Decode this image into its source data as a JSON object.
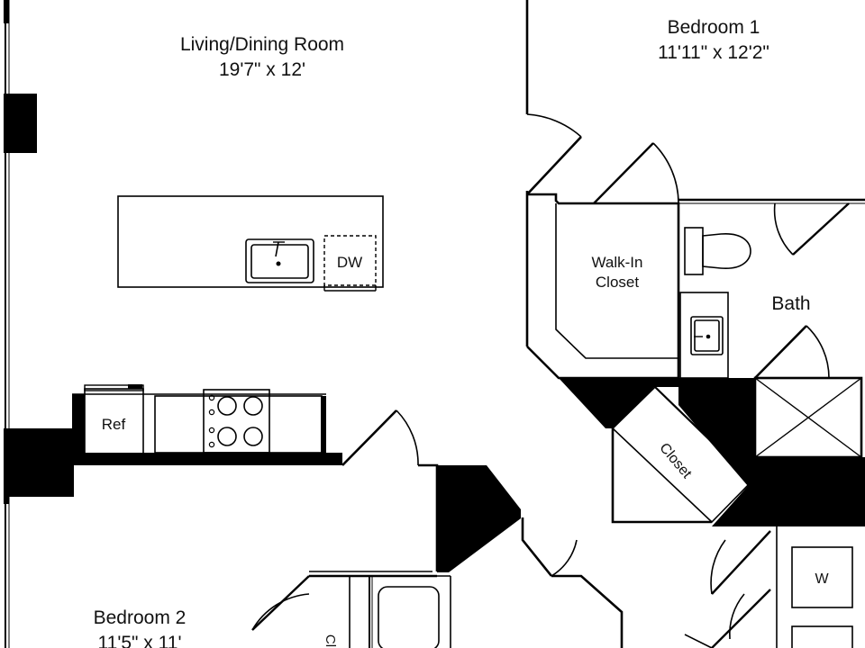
{
  "rooms": {
    "living_dining": {
      "name": "Living/Dining Room",
      "dims": "19'7\" x 12'"
    },
    "bedroom1": {
      "name": "Bedroom 1",
      "dims": "11'11\" x 12'2\""
    },
    "bedroom2": {
      "name": "Bedroom 2",
      "dims": "11'5\" x 11'"
    },
    "walk_in_closet": {
      "line1": "Walk-In",
      "line2": "Closet"
    },
    "bath": {
      "name": "Bath"
    },
    "closet": {
      "name": "Closet"
    },
    "closet_partial": {
      "name": "Cl"
    }
  },
  "fixtures": {
    "dishwasher": "DW",
    "refrigerator": "Ref",
    "washer": "W"
  }
}
